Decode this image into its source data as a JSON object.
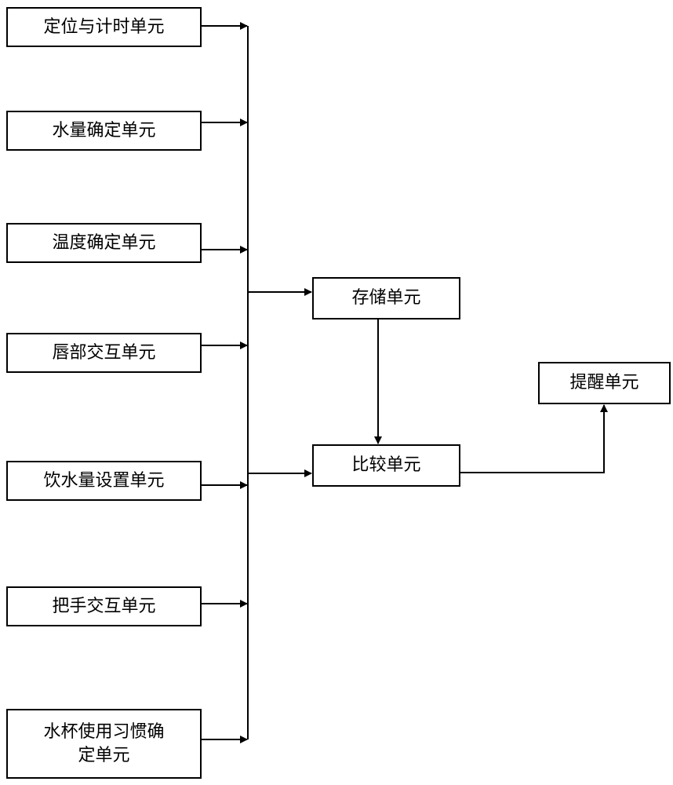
{
  "diagram": {
    "units": {
      "locate_timing": "定位与计时单元",
      "water_amount": "水量确定单元",
      "temperature": "温度确定单元",
      "lip_interaction": "唇部交互单元",
      "intake_setting": "饮水量设置单元",
      "handle_interaction": "把手交互单元",
      "cup_habit_line1": "水杯使用习惯确",
      "cup_habit_line2": "定单元",
      "storage": "存储单元",
      "compare": "比较单元",
      "reminder": "提醒单元"
    }
  }
}
